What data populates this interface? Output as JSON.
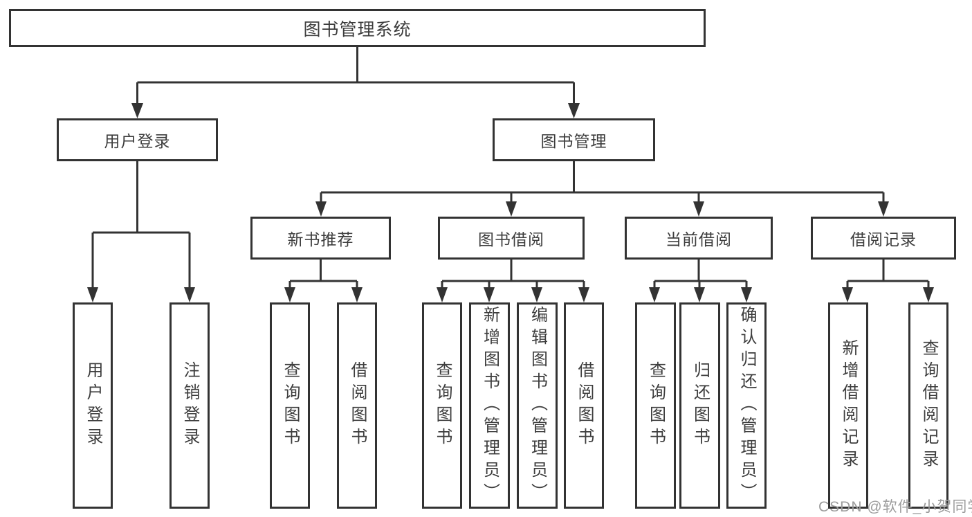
{
  "diagram": {
    "title": "图书管理系统",
    "level2": [
      {
        "label": "用户登录",
        "children": [
          {
            "label": "用户登录"
          },
          {
            "label": "注销登录"
          }
        ]
      },
      {
        "label": "图书管理",
        "children": [
          {
            "label": "新书推荐",
            "children": [
              {
                "label": "查询图书"
              },
              {
                "label": "借阅图书"
              }
            ]
          },
          {
            "label": "图书借阅",
            "children": [
              {
                "label": "查询图书"
              },
              {
                "label": "新增图书（管理员）"
              },
              {
                "label": "编辑图书（管理员）"
              },
              {
                "label": "借阅图书"
              }
            ]
          },
          {
            "label": "当前借阅",
            "children": [
              {
                "label": "查询图书"
              },
              {
                "label": "归还图书"
              },
              {
                "label": "确认归还（管理员）"
              }
            ]
          },
          {
            "label": "借阅记录",
            "children": [
              {
                "label": "新增借阅记录"
              },
              {
                "label": "查询借阅记录"
              }
            ]
          }
        ]
      }
    ]
  },
  "watermark": {
    "text": "CSDN @软件_小贺同学"
  },
  "colors": {
    "line": "#333333",
    "box_border": "#333333",
    "text": "#3d3d3d",
    "watermark_text": "#9c9c9c",
    "background": "#ffffff"
  }
}
